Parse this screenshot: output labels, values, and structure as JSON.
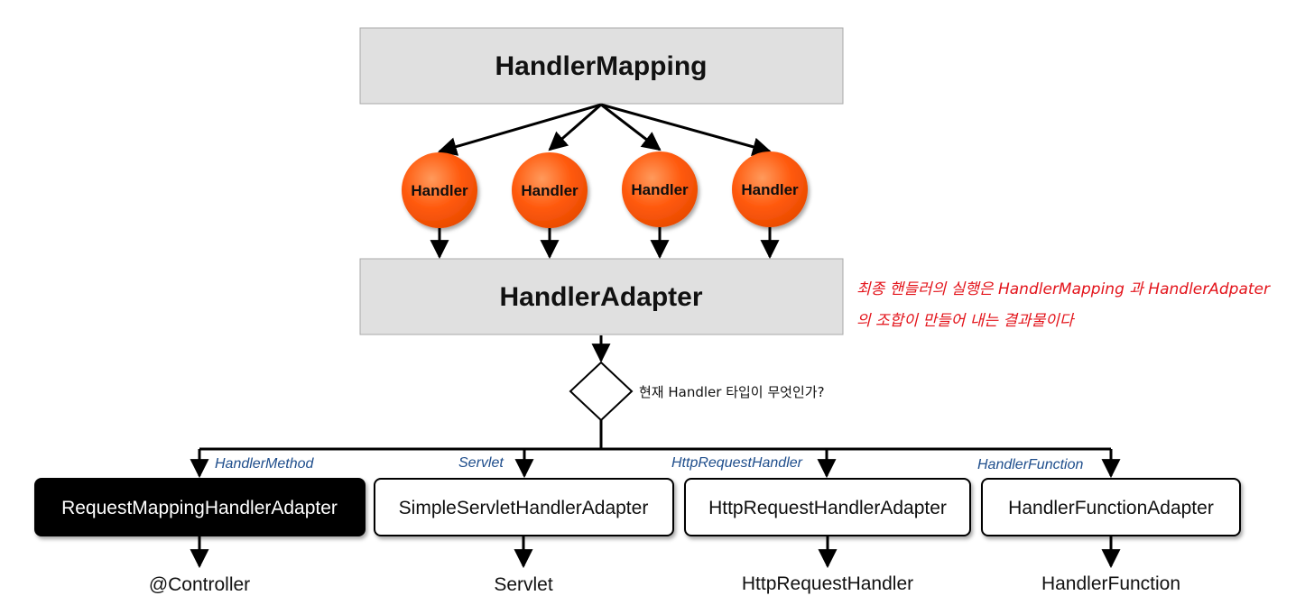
{
  "handler_mapping": {
    "label": "HandlerMapping"
  },
  "handlers": [
    "Handler",
    "Handler",
    "Handler",
    "Handler"
  ],
  "handler_adapter": {
    "label": "HandlerAdapter"
  },
  "note": {
    "line1": "최종 핸들러의 실행은 HandlerMapping 과 HandlerAdpater",
    "line2": "의 조합이 만들어 내는 결과물이다",
    "color": "#e3141b"
  },
  "decision": {
    "question": "현재 Handler 타입이 무엇인가?"
  },
  "branches": [
    {
      "type_label": "HandlerMethod",
      "adapter": "RequestMappingHandlerAdapter",
      "result": "@Controller",
      "highlighted": true
    },
    {
      "type_label": "Servlet",
      "adapter": "SimpleServletHandlerAdapter",
      "result": "Servlet",
      "highlighted": false
    },
    {
      "type_label": "HttpRequestHandler",
      "adapter": "HttpRequestHandlerAdapter",
      "result": "HttpRequestHandler",
      "highlighted": false
    },
    {
      "type_label": "HandlerFunction",
      "adapter": "HandlerFunctionAdapter",
      "result": "HandlerFunction",
      "highlighted": false
    }
  ],
  "colors": {
    "gray_box": "#e0e0e0",
    "handler_circle": "#ff6a1a",
    "highlight_box": "#000000",
    "branch_label": "#1f4e8c"
  }
}
